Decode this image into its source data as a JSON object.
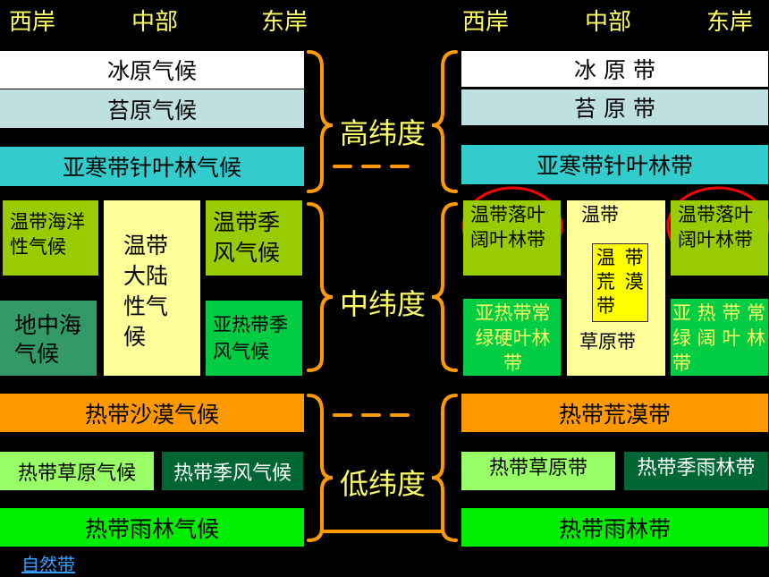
{
  "colors": {
    "background": "#000000",
    "header_text": "#ffff66",
    "white": "#ffffff",
    "tundra": "#bfe0e0",
    "taiga": "#33cccc",
    "olive_green": "#99cc00",
    "pale_yellow": "#ffff99",
    "dark_green": "#339966",
    "bright_green": "#00cc44",
    "orange": "#ff9900",
    "light_green": "#99ff66",
    "forest_green": "#006633",
    "lime": "#00ee00",
    "yellow": "#ffff00",
    "red_circle": "#ff0000",
    "link": "#33a0ff"
  },
  "left_headers": [
    "西岸",
    "中部",
    "东岸"
  ],
  "right_headers": [
    "西岸",
    "中部",
    "东岸"
  ],
  "climates": {
    "ice_cap": "冰原气候",
    "tundra": "苔原气候",
    "subarctic": "亚寒带针叶林气候",
    "temperate_maritime": "温带海洋性气候",
    "temperate_continental": "温带大陆性气候",
    "temperate_monsoon": "温带季风气候",
    "mediterranean": "地中海气候",
    "subtropical_monsoon": "亚热带季风气候",
    "tropical_desert": "热带沙漠气候",
    "tropical_savanna": "热带草原气候",
    "tropical_monsoon": "热带季风气候",
    "tropical_rainforest": "热带雨林气候"
  },
  "latitudes": {
    "high": "高纬度",
    "middle": "中纬度",
    "low": "低纬度"
  },
  "zones": {
    "ice_sheet": "冰 原 带",
    "tundra": "苔 原 带",
    "taiga": "亚寒带针叶林带",
    "deciduous_west": "温带落叶阔叶林带",
    "temperate_label": "温带",
    "temperate_desert": "温 带 荒 漠 带",
    "grassland": "草原带",
    "deciduous_east": "温带落叶阔叶林带",
    "sclerophyll": "亚热带常绿硬叶林带",
    "evergreen_broadleaf": "亚 热 带 常 绿 阔 叶 林 带",
    "tropical_desert": "热带荒漠带",
    "tropical_grassland": "热带草原带",
    "tropical_monsoon_forest": "热带季雨林带",
    "tropical_rainforest": "热带雨林带"
  },
  "link_text": "自然带"
}
